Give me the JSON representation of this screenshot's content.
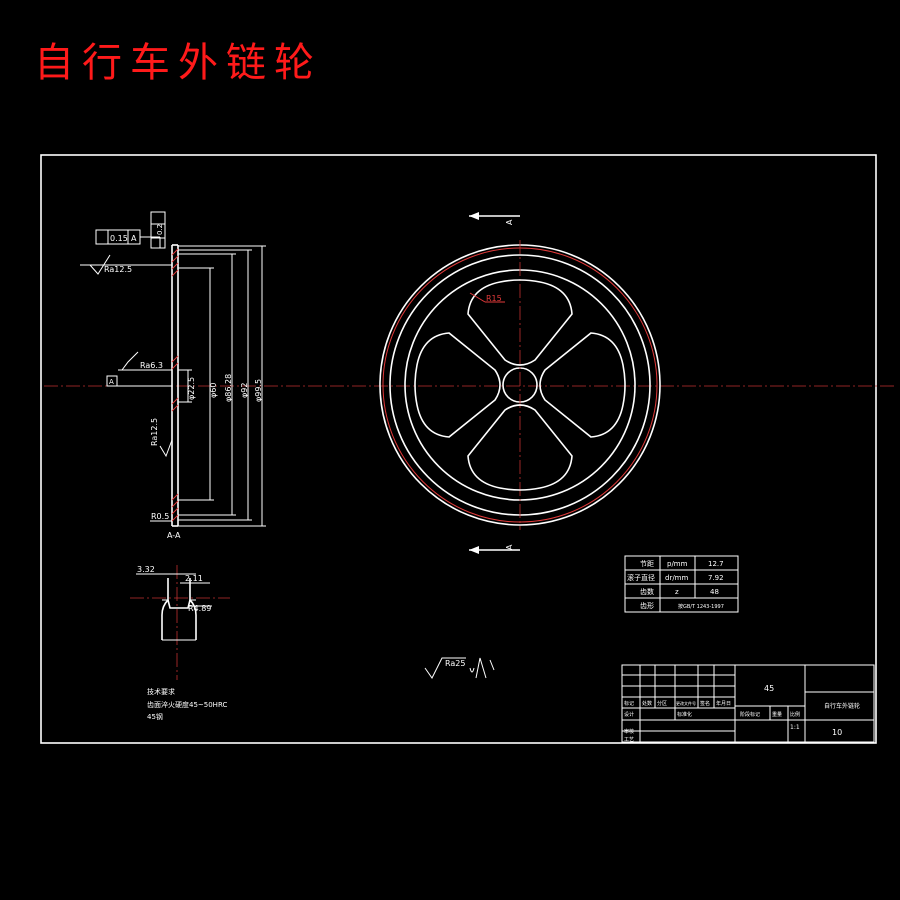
{
  "title": "自行车外链轮",
  "section_view": {
    "section_label": "A-A",
    "roughness": [
      "Ra12.5",
      "Ra6.3",
      "Ra12.5"
    ],
    "fillet": "R0.5",
    "tolerance_1": "0.15",
    "tolerance_2": "0.2",
    "datum": "A",
    "dimensions": [
      "φ22.5",
      "φ60",
      "φ86.28",
      "φ92",
      "φ99.5"
    ]
  },
  "front_view": {
    "cut_marker": "A",
    "fillet": "R15"
  },
  "tooth_detail": {
    "dim_1": "3.32",
    "dim_2": "2.11",
    "dim_3": "R4.89"
  },
  "param_table": [
    {
      "name": "节距",
      "symbol": "p/mm",
      "value": "12.7"
    },
    {
      "name": "滚子直径",
      "symbol": "dr/mm",
      "value": "7.92"
    },
    {
      "name": "齿数",
      "symbol": "z",
      "value": "48"
    },
    {
      "name": "齿形",
      "symbol": "",
      "value": "按GB/T 1243-1997"
    }
  ],
  "general_roughness": "Ra25",
  "notes": {
    "heading": "技术要求",
    "line1": "齿面淬火硬度45~50HRC",
    "line2": "45钢"
  },
  "title_block": {
    "material": "45",
    "part_name": "自行车外链轮",
    "scale": "1:1",
    "number": "10",
    "labels": [
      "标记",
      "处数",
      "分区",
      "更改文件号",
      "签名",
      "年月日",
      "设计",
      "标准化",
      "阶段标记",
      "重量",
      "比例",
      "审核",
      "工艺"
    ]
  }
}
